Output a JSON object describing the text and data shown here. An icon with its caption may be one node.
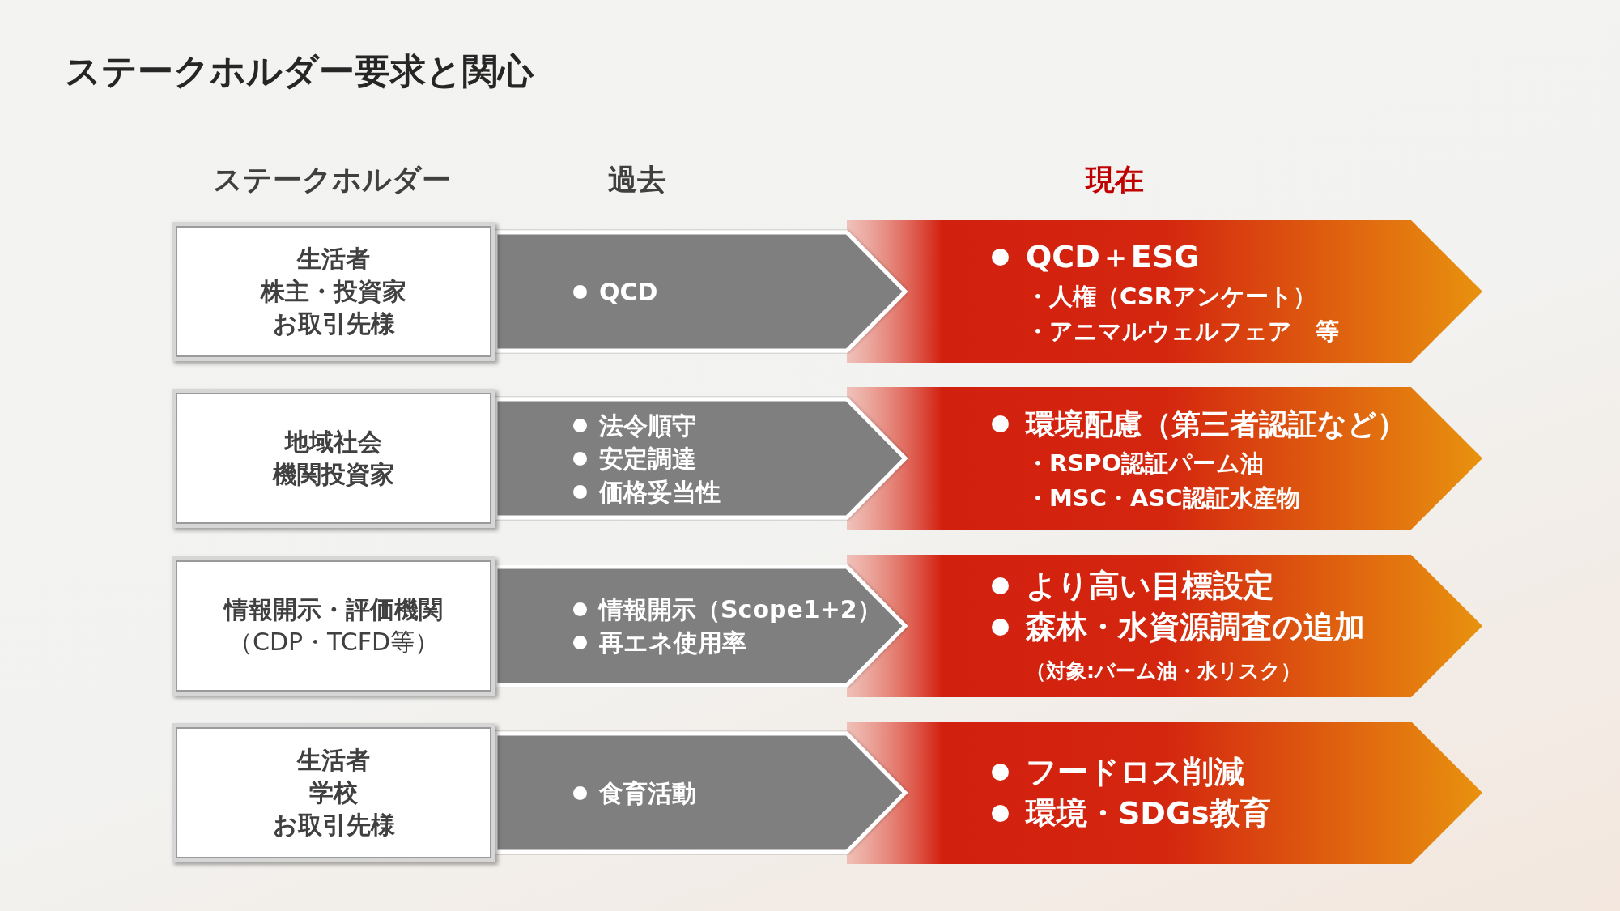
{
  "diagram": {
    "title": "ステークホルダー要求と関心",
    "nodes": [
      {
        "text": [
          "生活者",
          "株主・投資家",
          "お取引先様"
        ]
      },
      {
        "text": [
          "QCD"
        ]
      },
      {
        "text": [
          "QCD＋ESG",
          "・人権（CSRアンケート）",
          "・アニマルウェルフェア　等"
        ]
      },
      {
        "text": [
          "地域社会",
          "機関投資家"
        ]
      },
      {
        "text": [
          "法令順守",
          "安定調達",
          "価格妥当性"
        ]
      },
      {
        "text": [
          "環境配慮（第三者認証など）",
          "・RSPO認証パーム油",
          "・MSC・ASC認証水産物"
        ]
      },
      {
        "text": [
          "情報開示・評価機関",
          "（CDP・TCFD等）"
        ]
      },
      {
        "text": [
          "情報開示（Scope1+2）",
          "再エネ使用率"
        ]
      },
      {
        "text": [
          "より高い目標設定",
          "森林・水資源調査の追加",
          "（対象:バーム油・水リスク）"
        ]
      },
      {
        "text": [
          "生活者",
          "学校",
          "お取引先様"
        ]
      },
      {
        "text": [
          "食育活動"
        ]
      },
      {
        "text": [
          "フードロス削減",
          "環境・SDGs教育"
        ]
      }
    ],
    "labels": [
      "ステークホルダー",
      "過去",
      "現在"
    ]
  }
}
